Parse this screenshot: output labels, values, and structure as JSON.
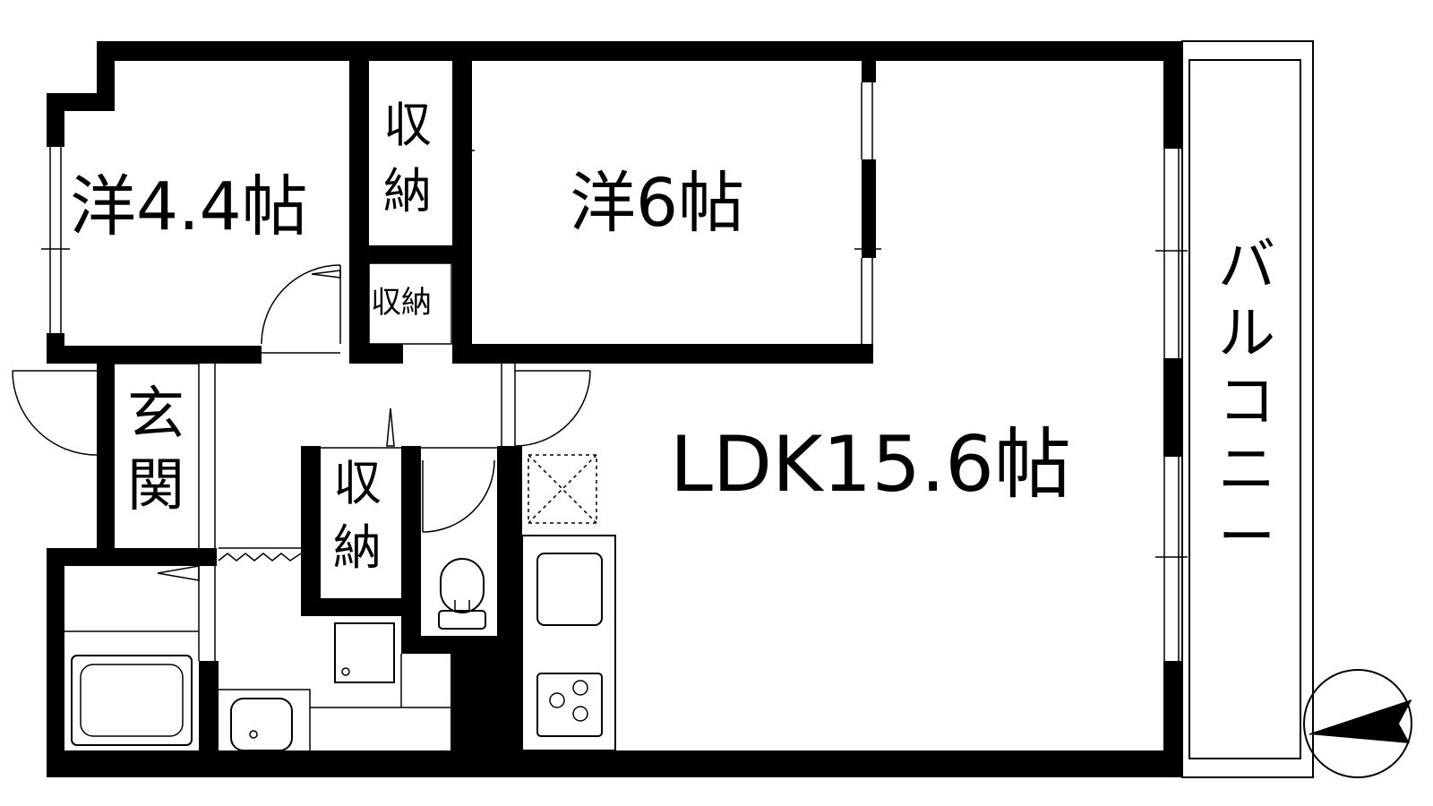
{
  "rooms": {
    "western_small": "洋4.4帖",
    "western_large": "洋6帖",
    "storage_top": "収納",
    "storage_small": "収納",
    "entrance": "玄関",
    "storage_middle": "収納",
    "ldk": "LDK15.6帖",
    "balcony": "バルコニー"
  },
  "symbols": {
    "compass": "north-arrow-icon",
    "stove": "gas-stove-icon",
    "sink": "kitchen-sink-icon",
    "toilet": "toilet-icon",
    "bathtub": "bathtub-icon",
    "washbasin": "washbasin-icon",
    "fridge": "refrigerator-space-icon",
    "washer": "washing-machine-pan-icon"
  },
  "colors": {
    "wall": "#000000",
    "background": "#ffffff"
  }
}
